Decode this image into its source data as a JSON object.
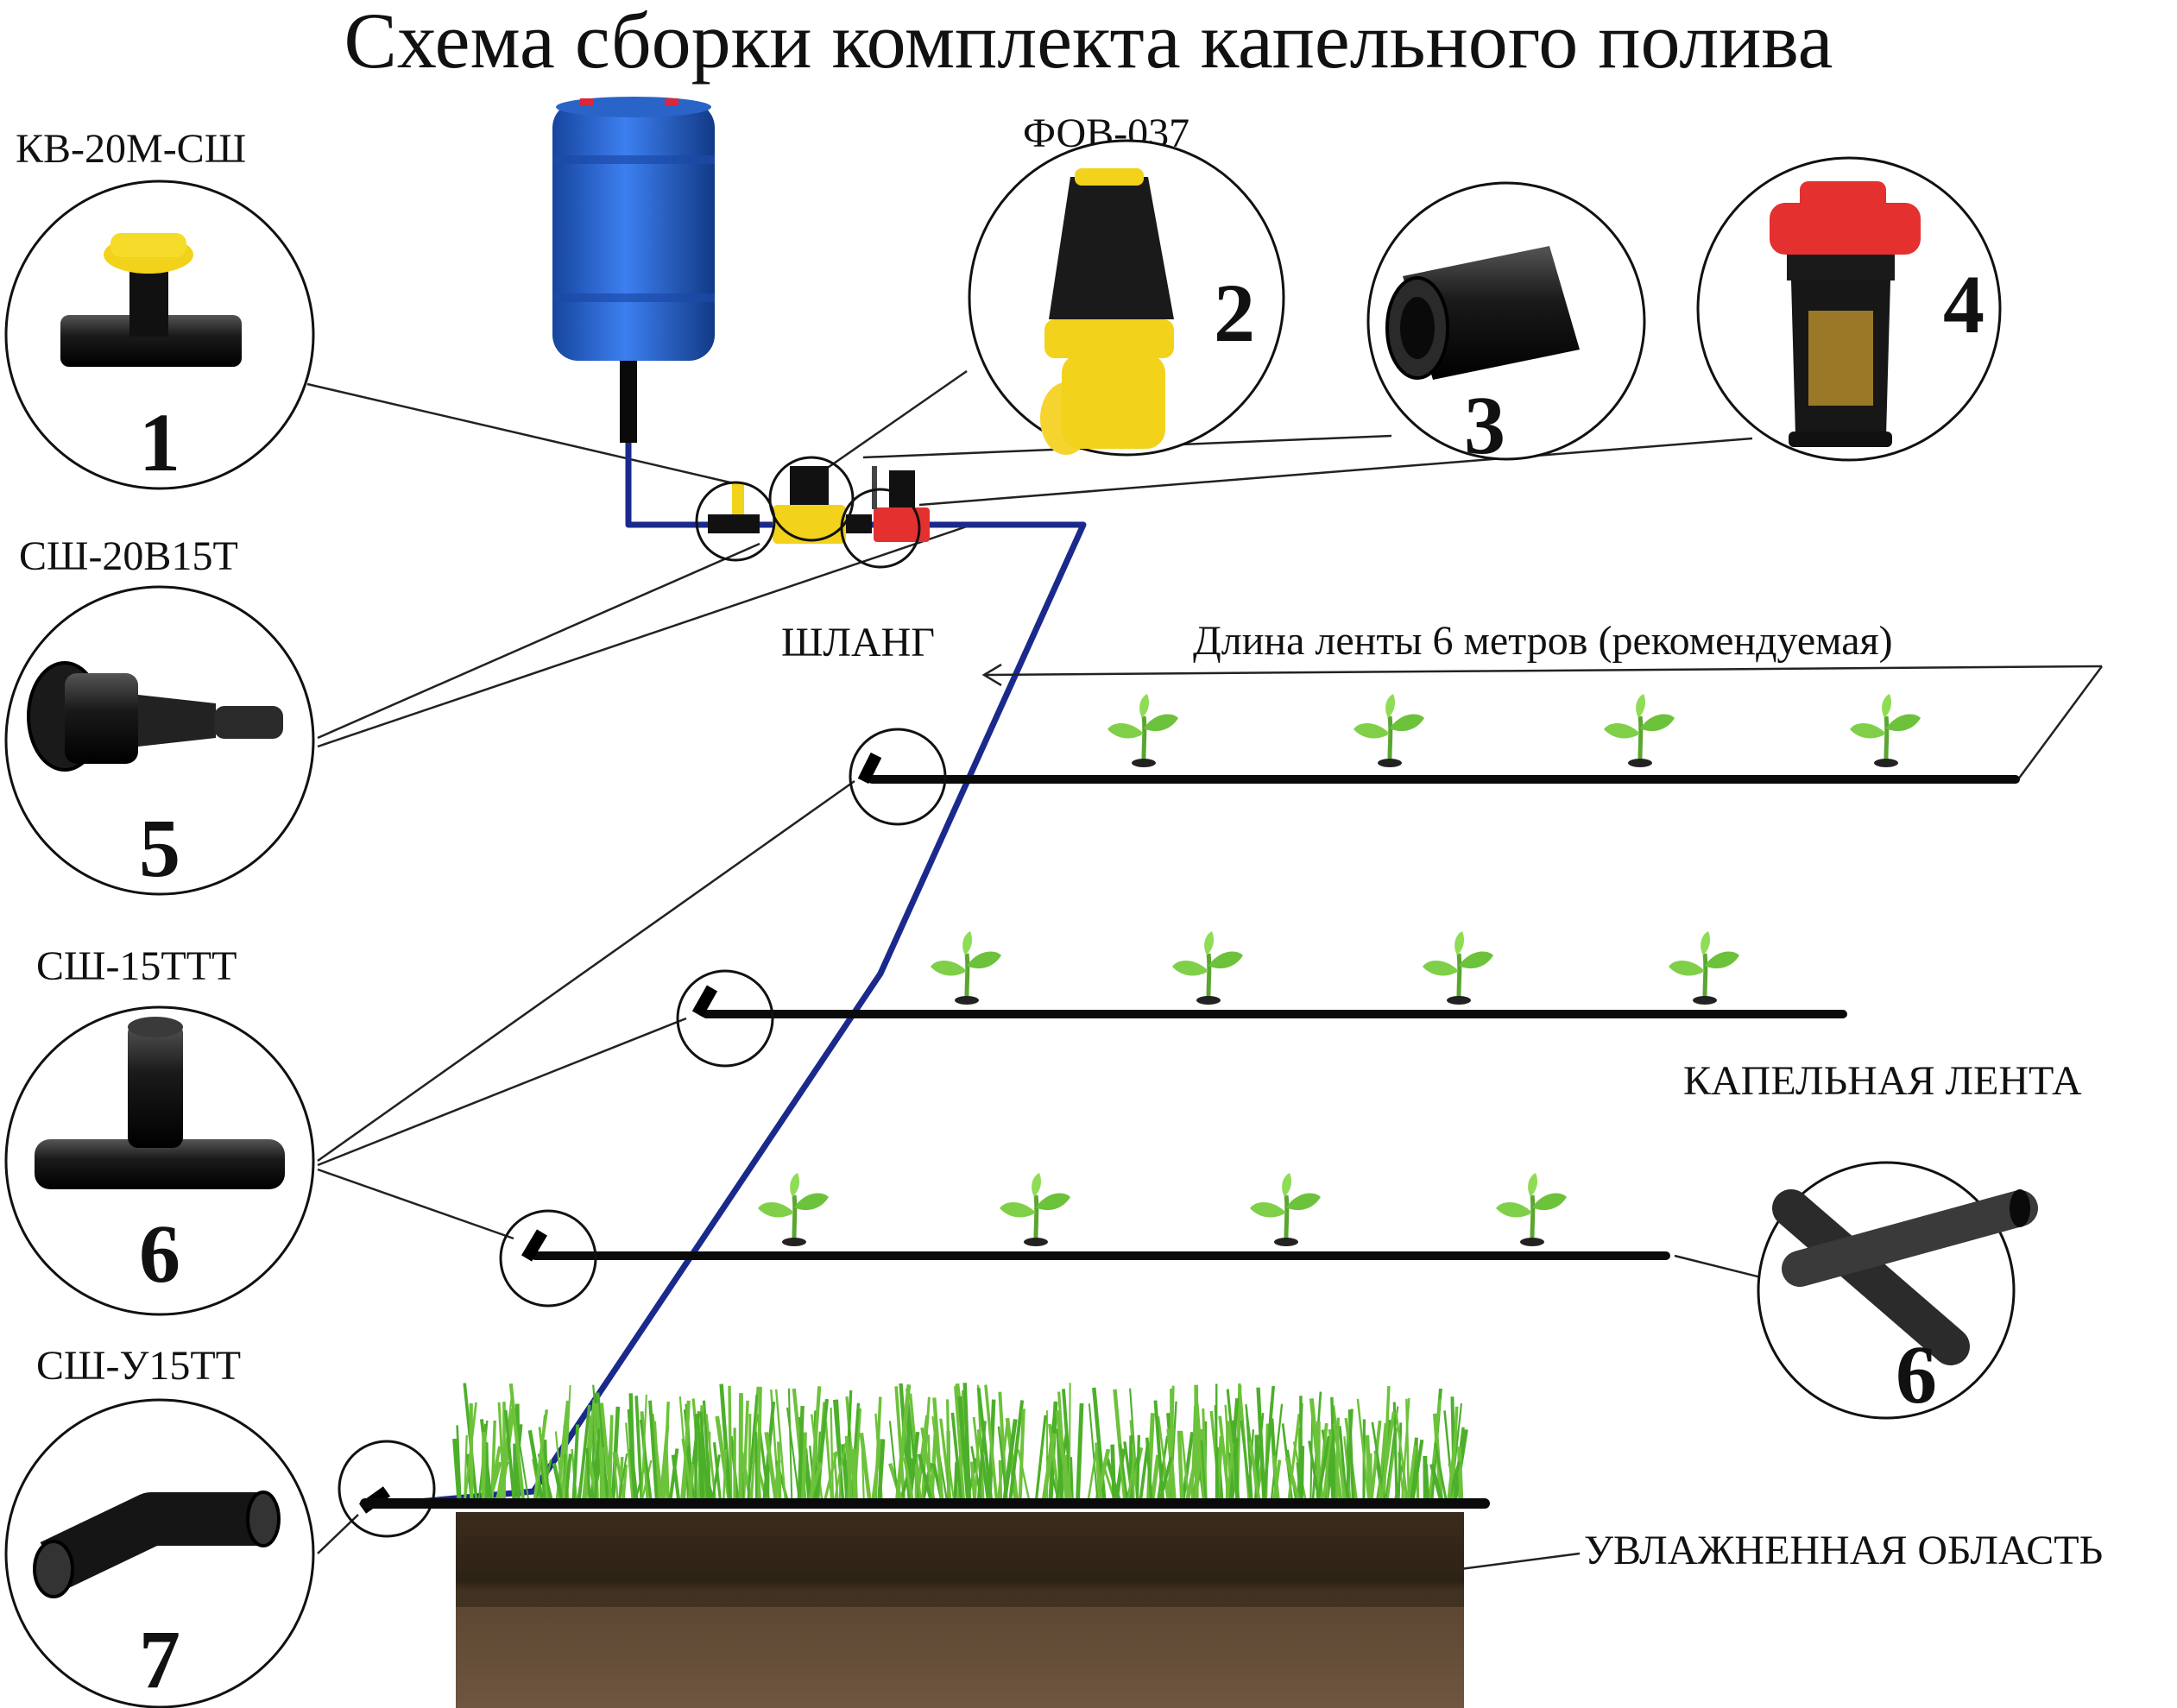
{
  "title": "Схема сборки комплекта капельного полива",
  "parts": [
    {
      "code": "КВ-20М-СШ",
      "number": "1"
    },
    {
      "code": "ФОВ-037",
      "number": "2"
    },
    {
      "code": "",
      "number": "3"
    },
    {
      "code": "",
      "number": "4"
    },
    {
      "code": "СШ-20В15Т",
      "number": "5"
    },
    {
      "code": "СШ-15ТТТ",
      "number": "6"
    },
    {
      "code": "СШ-У15ТТ",
      "number": "7"
    }
  ],
  "labels": {
    "hose": "ШЛАНГ",
    "tape_length": "Длина ленты 6 метров (рекомендуемая)",
    "drip_tape": "КАПЕЛЬНАЯ ЛЕНТА",
    "drip_tape_number": "6",
    "moist_area": "УВЛАЖНЕННАЯ ОБЛАСТЬ"
  },
  "colors": {
    "hose": "#1a2a8c",
    "barrel": "#1f5bc4",
    "valve_yellow": "#f2d21b",
    "filter_red": "#e53030",
    "tape": "#0a0a0a",
    "grass": "#4caf2a",
    "soil": "#4a3524",
    "plant": "#6cc23a"
  },
  "icons": {
    "part1": "tap-valve-icon",
    "part2": "disc-filter-icon",
    "part3": "coupling-icon",
    "part4": "mesh-filter-icon",
    "part5": "hose-adapter-icon",
    "part6": "tee-connector-icon",
    "part7": "elbow-connector-icon",
    "tape6": "drip-tape-icon",
    "barrel": "water-barrel-icon",
    "plant": "seedling-icon"
  }
}
